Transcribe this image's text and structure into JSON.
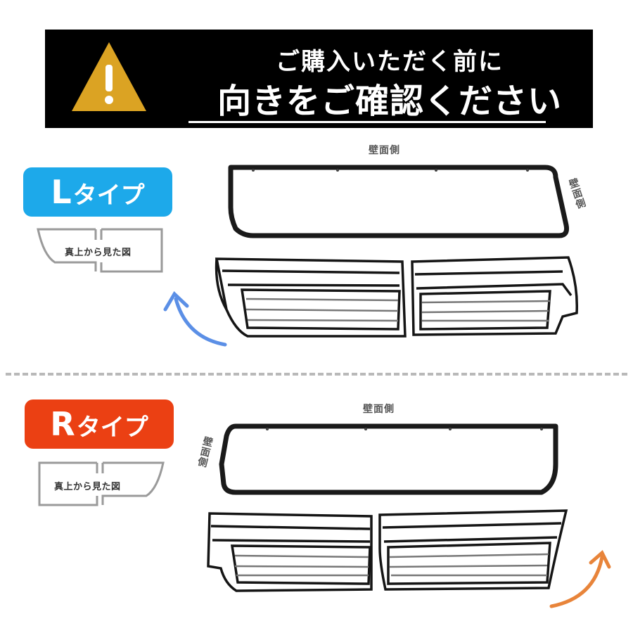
{
  "banner": {
    "line1": "ご購入いただく前に",
    "line2": "向きをご確認ください",
    "icon": "warning-triangle-icon"
  },
  "types": [
    {
      "letter": "L",
      "suffix": "タイプ",
      "color": "#1da9ea",
      "top_view_label": "真上から見た図",
      "wall_top": "壁面側",
      "wall_side": "壁面側",
      "arrow_color": "#5b8fe6"
    },
    {
      "letter": "R",
      "suffix": "タイプ",
      "color": "#eb4013",
      "top_view_label": "真上から見た図",
      "wall_top": "壁面側",
      "wall_side": "壁面側",
      "arrow_color": "#e8843a"
    }
  ],
  "colors": {
    "banner_bg": "#000000",
    "warning_yellow": "#dba323",
    "divider": "#b9b9b9"
  }
}
